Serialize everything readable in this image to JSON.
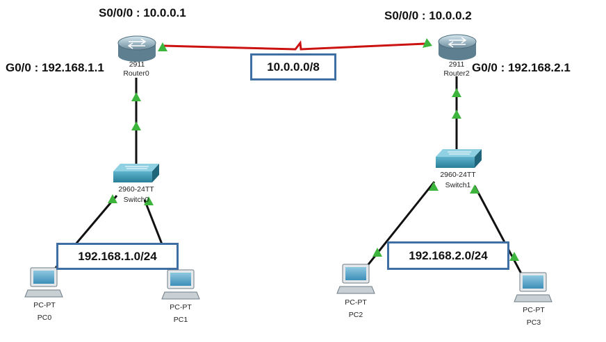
{
  "serial_link": {
    "network": "10.0.0.0/8",
    "color": "#cc1111"
  },
  "router0": {
    "model": "2911",
    "name": "Router0",
    "s0_label": "S0/0/0 : 10.0.0.1",
    "g0_label": "G0/0 : 192.168.1.1"
  },
  "router2": {
    "model": "2911",
    "name": "Router2",
    "s0_label": "S0/0/0 : 10.0.0.2",
    "g0_label": "G0/0 : 192.168.2.1"
  },
  "switch0": {
    "model": "2960-24TT",
    "name": "Switch0"
  },
  "switch1": {
    "model": "2960-24TT",
    "name": "Switch1"
  },
  "pc0": {
    "type": "PC-PT",
    "name": "PC0"
  },
  "pc1": {
    "type": "PC-PT",
    "name": "PC1"
  },
  "pc2": {
    "type": "PC-PT",
    "name": "PC2"
  },
  "pc3": {
    "type": "PC-PT",
    "name": "PC3"
  },
  "lan_left": {
    "network": "192.168.1.0/24"
  },
  "lan_right": {
    "network": "192.168.2.0/24"
  },
  "colors": {
    "link": "#111111",
    "link_up_triangle": "#3db53d",
    "box_border": "#3f6ea3"
  }
}
